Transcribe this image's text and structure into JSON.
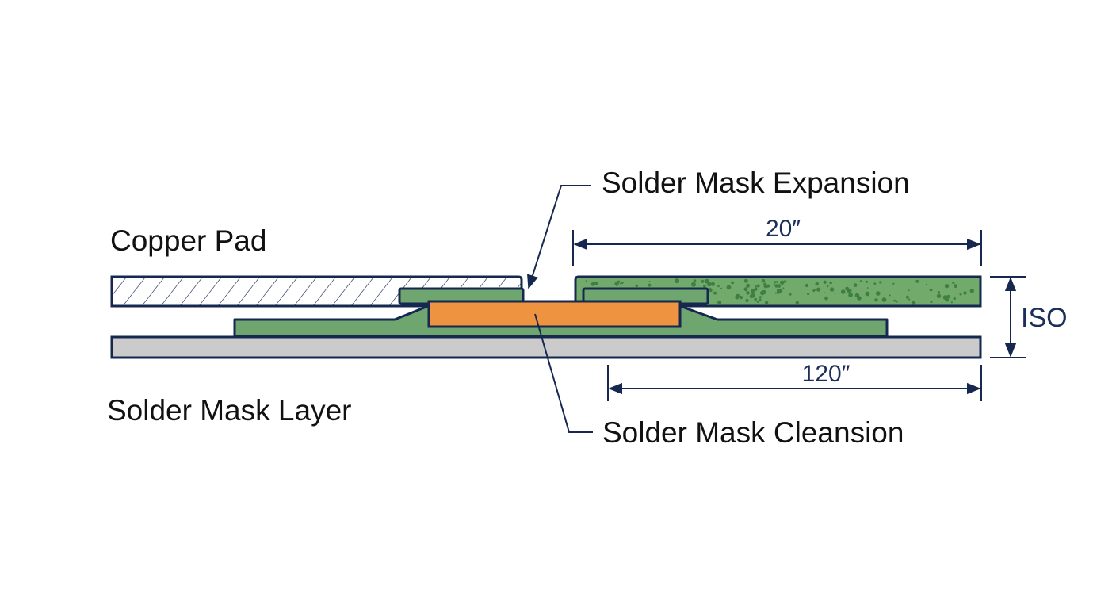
{
  "diagram": {
    "labels": {
      "copper_pad": "Copper Pad",
      "solder_mask_layer": "Solder Mask Layer",
      "solder_mask_expansion": "Solder Mask Expansion",
      "solder_mask_cleansion": "Solder Mask Cleansion"
    },
    "dimensions": {
      "top_width": "20″",
      "bottom_width": "120″",
      "thickness": "ISO"
    },
    "colors": {
      "outline": "#16284f",
      "mask_green": "#6fa56f",
      "dotted_green": "#72aa6c",
      "dot_dark": "#3f7f44",
      "copper_orange": "#ee9340",
      "substrate_gray": "#cbcbcb",
      "hatch_fill": "#ffffff",
      "text": "#111111",
      "dimension_text": "#1b2f5a"
    }
  }
}
